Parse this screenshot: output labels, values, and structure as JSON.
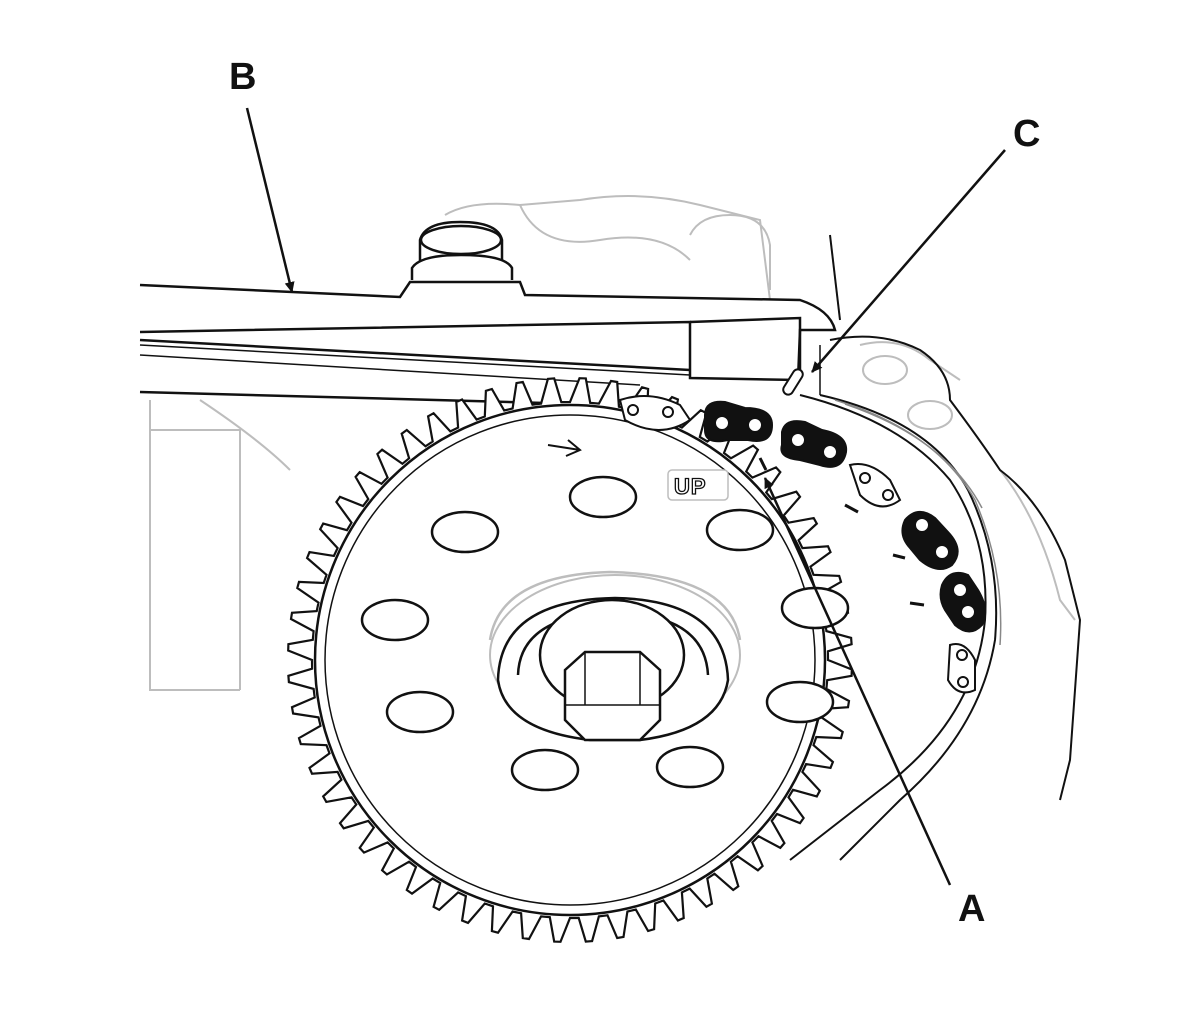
{
  "labels": {
    "a": "A",
    "b": "B",
    "c": "C"
  },
  "markings": {
    "up": "UP"
  },
  "colors": {
    "line": "#111111",
    "faint_line": "#bdbdbd",
    "chain_link": "#111111"
  }
}
